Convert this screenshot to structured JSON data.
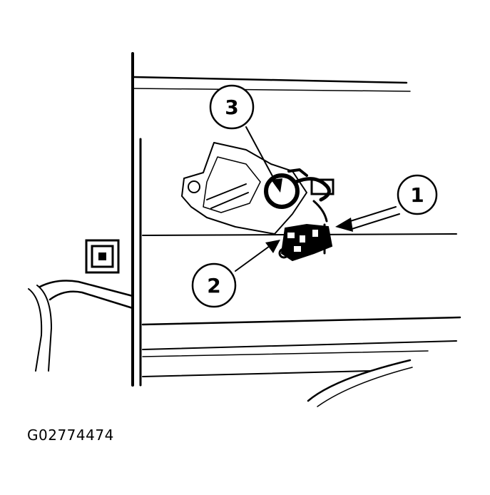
{
  "callouts": {
    "c1": "1",
    "c2": "2",
    "c3": "3"
  },
  "figure_id": "G02774474"
}
